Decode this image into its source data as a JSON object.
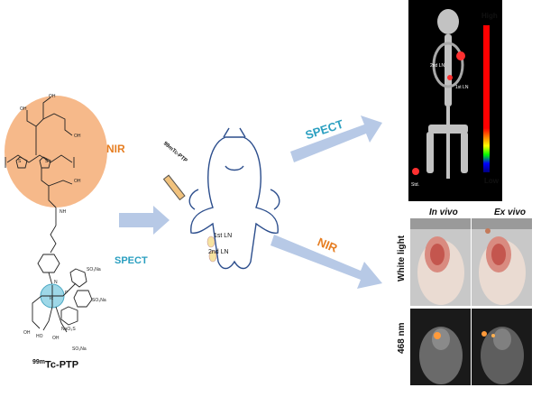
{
  "compound": {
    "name_sup": "99m",
    "name_main": "Tc-PTP",
    "nir_label": "NIR",
    "spect_label": "SPECT",
    "na_labels": [
      "SO₃Na",
      "SO₃Na",
      "NaO₃S",
      "SO₃Na"
    ],
    "oh_labels": [
      "OH",
      "HO",
      "OH"
    ]
  },
  "mouse": {
    "syringe_label": "99mTc-PTP",
    "ln1": "1st LN",
    "ln2": "2nd LN"
  },
  "arrows": {
    "spect": "SPECT",
    "nir": "NIR"
  },
  "spect_image": {
    "high": "High",
    "low": "Low",
    "ln2": "2nd LN",
    "ln1": "1st LN",
    "std": "Std.",
    "colorbar": [
      "#000080",
      "#0000ff",
      "#00ff00",
      "#ffff00",
      "#ff0000"
    ]
  },
  "optical": {
    "col_in_vivo": "In vivo",
    "col_ex_vivo": "Ex vivo",
    "row_white": "White light",
    "row_468": "468 nm"
  },
  "colors": {
    "ellipse": "#f6b98a",
    "arrow": "#b7c9e6",
    "nir": "#e67e22",
    "spect": "#2a9fc0"
  }
}
